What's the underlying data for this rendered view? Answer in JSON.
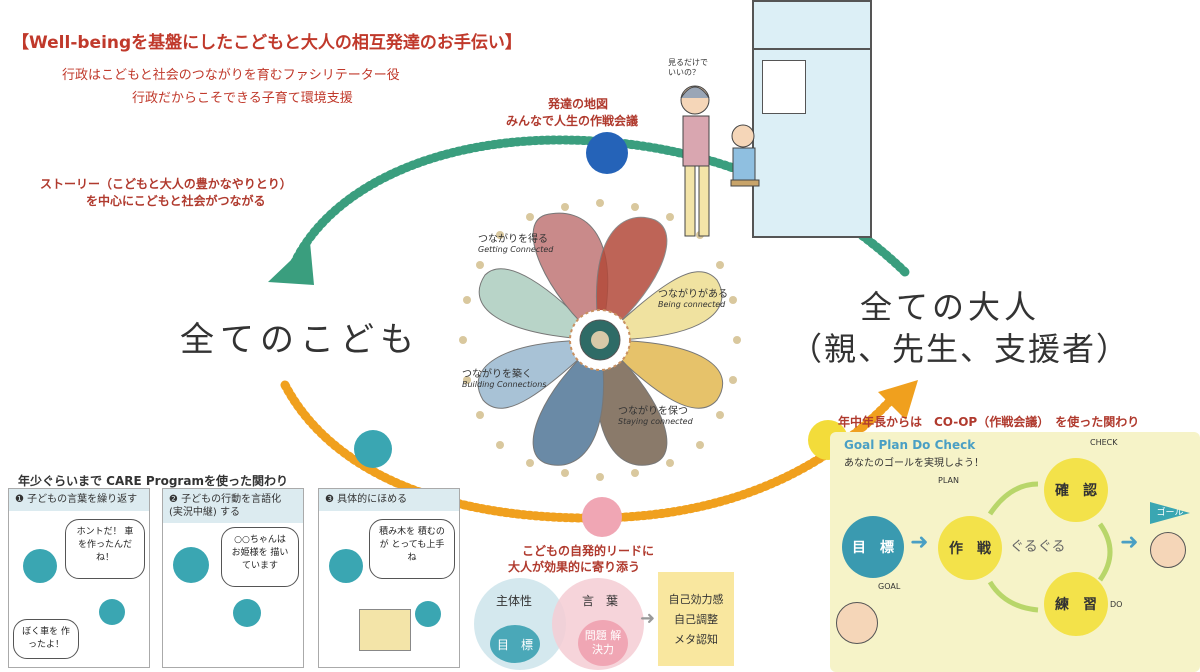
{
  "header": {
    "title": "【Well-beingを基盤にしたこどもと大人の相互発達のお手伝い】",
    "line1": "行政はこどもと社会のつながりを育むファシリテーター役",
    "line2": "行政だからこそできる子育て環境支援"
  },
  "story": {
    "line1": "ストーリー（こどもと大人の豊かなやりとり）",
    "line2": "を中心にこどもと社会がつながる"
  },
  "map": {
    "line1": "発達の地図",
    "line2": "みんなで人生の作戦会議"
  },
  "speech": {
    "line1": "見るだけで",
    "line2": "いいの？"
  },
  "children_label": "全てのこども",
  "adults_label": {
    "line1": "全ての大人",
    "line2": "（親、先生、支援者）"
  },
  "windmill": {
    "top": {
      "jp": "つながりを得る",
      "en": "Getting Connected"
    },
    "right": {
      "jp": "つながりがある",
      "en": "Being connected"
    },
    "left": {
      "jp": "つながりを築く",
      "en": "Building Connections"
    },
    "bottom": {
      "jp": "つながりを保つ",
      "en": "Staying connected"
    }
  },
  "care": {
    "heading": "年少ぐらいまで CARE Programを使った関わり",
    "panels": [
      {
        "head": "❶ 子どもの言葉を繰り返す",
        "bubble1": "ホントだ！ 車を作ったんだね！",
        "bubble2": "ぼく車を 作ったよ！"
      },
      {
        "head": "❷ 子どもの行動を言語化 (実況中継) する",
        "bubble1": "○○ちゃんは お姫様を 描いています"
      },
      {
        "head": "❸ 具体的にほめる",
        "bubble1": "積み木を 積むのが とっても上手ね"
      }
    ]
  },
  "lead": {
    "line1": "こどもの自発的リードに",
    "line2": "大人が効果的に寄り添う"
  },
  "venn": {
    "left_top": "主体性",
    "left_bottom": "目　標",
    "right_top": "言　葉",
    "right_bottom": "問題 解決力"
  },
  "outcomes": [
    "自己効力感",
    "自己調整",
    "メタ認知"
  ],
  "coop": {
    "heading": "年中年長からは　CO-OP（作戦会議）　を使った関わり",
    "title": "Goal Plan Do Check",
    "subtitle": "あなたのゴールを実現しよう！",
    "goal_circle": "目　標",
    "plan_circle": "作　戦",
    "check_circle": "確　認",
    "do_circle": "練　習",
    "loop": "ぐるぐる",
    "flag": "ゴール",
    "tags": {
      "plan": "PLAN",
      "check": "CHECK",
      "do": "DO",
      "goal": "GOAL"
    }
  },
  "colors": {
    "green_arc": "#3a9e7e",
    "orange_arc": "#f0a01e",
    "blue_dot": "#2563b8",
    "teal_dot": "#3aa6b2",
    "pink_dot": "#f0a6b4",
    "yellow_dot": "#f3dc3a",
    "text_red": "#c0392b"
  }
}
